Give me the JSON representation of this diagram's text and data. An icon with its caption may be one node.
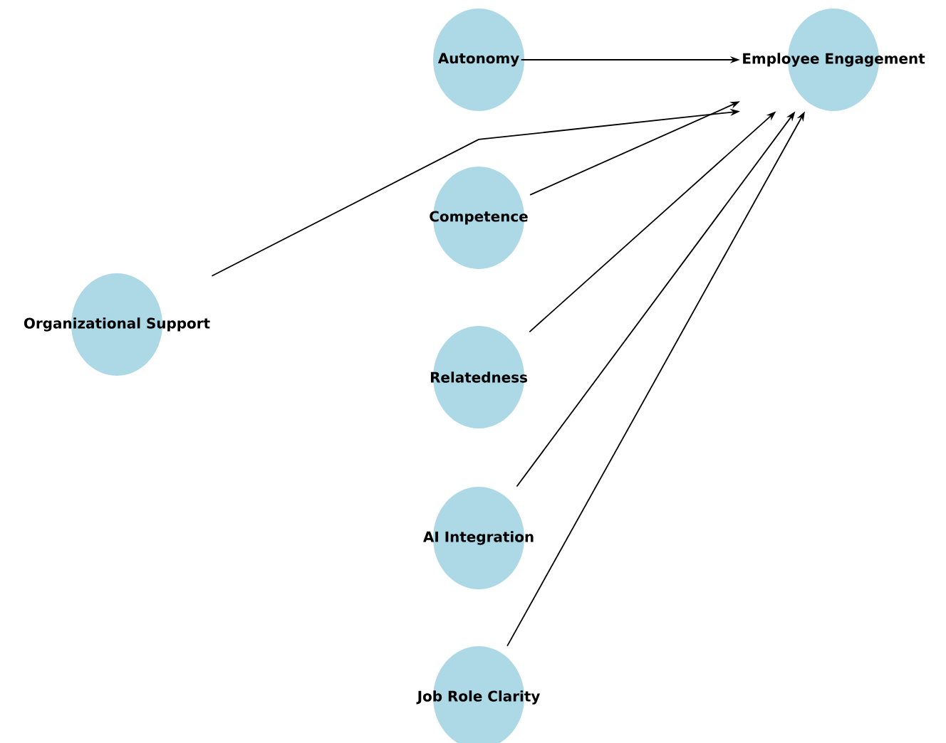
{
  "diagram": {
    "nodes": [
      {
        "text": [
          "Autonomy"
        ]
      },
      {
        "text": [
          "Employee Engagement"
        ]
      },
      {
        "text": [
          "Competence"
        ]
      },
      {
        "text": [
          "Organizational Support"
        ]
      },
      {
        "text": [
          "Relatedness"
        ]
      },
      {
        "text": [
          "AI Integration"
        ]
      },
      {
        "text": [
          "Job Role Clarity"
        ]
      }
    ],
    "edges": [
      {
        "from": 0,
        "to": 1,
        "arrow": "to"
      },
      {
        "from": 2,
        "to": 1,
        "arrow": "to"
      },
      {
        "from": 3,
        "to": 1,
        "arrow": "to"
      },
      {
        "from": 4,
        "to": 1,
        "arrow": "to"
      },
      {
        "from": 5,
        "to": 1,
        "arrow": "to"
      },
      {
        "from": 6,
        "to": 1,
        "arrow": "to"
      }
    ]
  }
}
